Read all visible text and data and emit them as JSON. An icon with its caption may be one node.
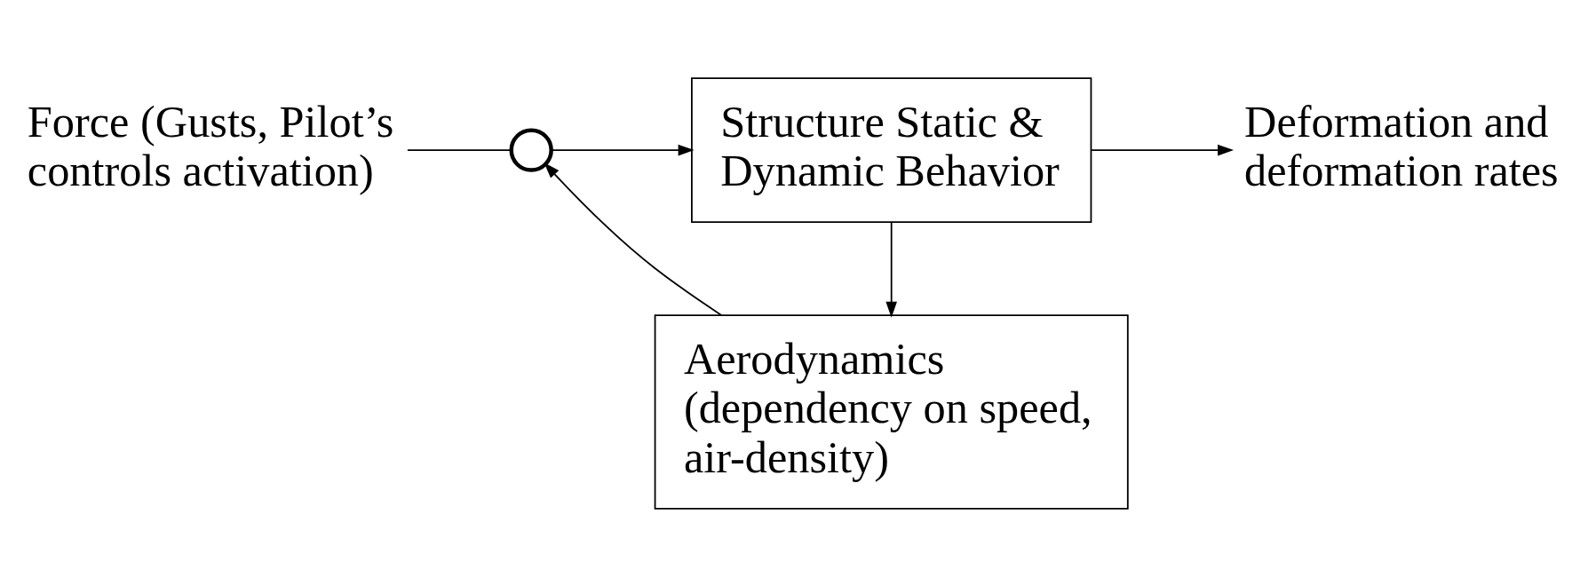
{
  "diagram": {
    "nodes": [
      {
        "text": [
          "Force (Gusts, Pilot’s controls activation)"
        ]
      },
      {
        "text": [],
        "shape": "circle"
      },
      {
        "text": [
          "Structure Static & Dynamic Behavior"
        ]
      },
      {
        "text": [
          "Aerodynamics (dependency on speed, air-density)"
        ]
      },
      {
        "text": [
          "Deformation and deformation rates"
        ]
      }
    ],
    "edges": [
      {
        "from": 0,
        "to": 1,
        "arrow": "none"
      },
      {
        "from": 1,
        "to": 2,
        "arrow": "to"
      },
      {
        "from": 2,
        "to": 4,
        "arrow": "to"
      },
      {
        "from": 2,
        "to": 3,
        "arrow": "to"
      },
      {
        "from": 3,
        "to": 1,
        "arrow": "to"
      }
    ]
  }
}
